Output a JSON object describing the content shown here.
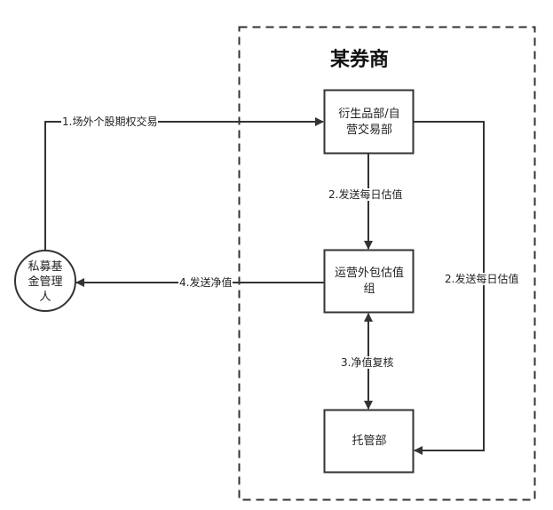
{
  "diagram": {
    "container": {
      "title": "某券商",
      "style": "dashed"
    },
    "nodes": [
      {
        "id": "derivatives",
        "label_line1": "衍生品部/自",
        "label_line2": "营交易部",
        "shape": "rectangle"
      },
      {
        "id": "ops_valuation",
        "label_line1": "运营外包估值",
        "label_line2": "组",
        "shape": "rectangle"
      },
      {
        "id": "custody",
        "label_line1": "托管部",
        "label_line2": "",
        "shape": "rectangle"
      },
      {
        "id": "fund_manager",
        "label_line1": "私募基",
        "label_line2": "金管理",
        "label_line3": "人",
        "shape": "circle"
      }
    ],
    "edges": [
      {
        "from": "fund_manager",
        "to": "derivatives",
        "label": "1.场外个股期权交易"
      },
      {
        "from": "derivatives",
        "to": "ops_valuation",
        "label": "2.发送每日估值"
      },
      {
        "from": "derivatives",
        "to": "custody",
        "label": "2.发送每日估值"
      },
      {
        "from": "ops_valuation",
        "to": "custody",
        "label": "3.净值复核",
        "bidirectional": true
      },
      {
        "from": "ops_valuation",
        "to": "fund_manager",
        "label": "4.发送净值"
      }
    ]
  }
}
